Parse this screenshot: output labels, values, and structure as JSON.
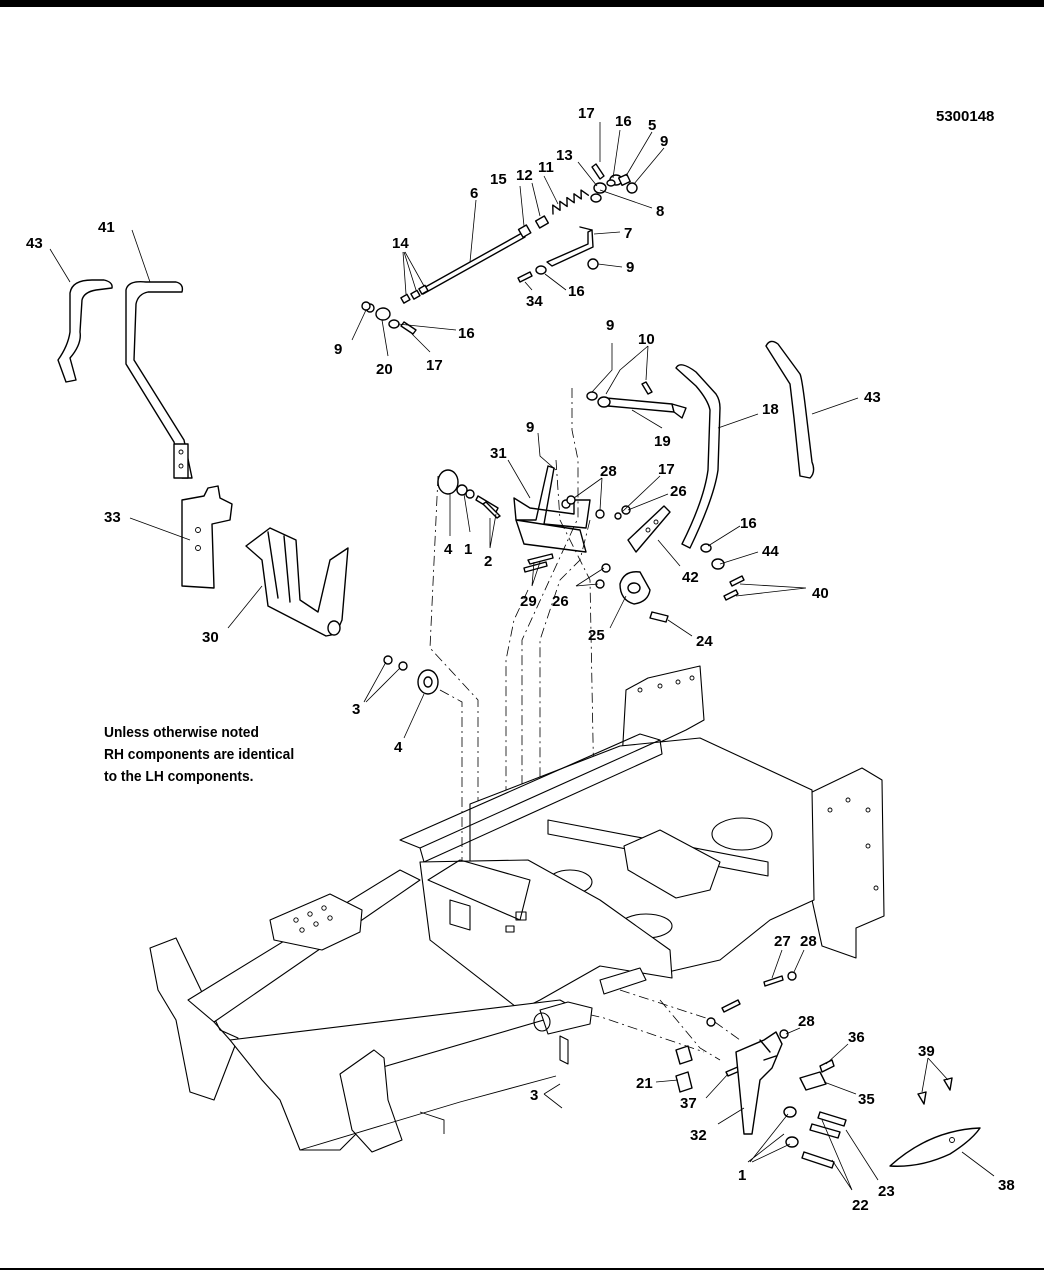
{
  "figure_id": "5300148",
  "note_lines": [
    "Unless otherwise noted",
    "RH components are identical",
    "to the LH components."
  ],
  "callouts": {
    "c17a": "17",
    "c16a": "16",
    "c5": "5",
    "c9a": "9",
    "c13": "13",
    "c15": "15",
    "c12": "12",
    "c11": "11",
    "c8": "8",
    "c6": "6",
    "c7": "7",
    "c9b": "9",
    "c14": "14",
    "c16b": "16",
    "c34": "34",
    "c9c": "9",
    "c16c": "16",
    "c20": "20",
    "c17b": "17",
    "c43a": "43",
    "c41": "41",
    "c9d": "9",
    "c10": "10",
    "c19": "19",
    "c18": "18",
    "c43b": "43",
    "c9e": "9",
    "c31": "31",
    "c28a": "28",
    "c17c": "17",
    "c26a": "26",
    "c4a": "4",
    "c1a": "1",
    "c2": "2",
    "c33": "33",
    "c42": "42",
    "c16d": "16",
    "c44": "44",
    "c29": "29",
    "c26b": "26",
    "c40": "40",
    "c30": "30",
    "c25": "25",
    "c24": "24",
    "c3a": "3",
    "c4b": "4",
    "c27": "27",
    "c28b": "28",
    "c28c": "28",
    "c36": "36",
    "c39": "39",
    "c21": "21",
    "c35": "35",
    "c3b": "3",
    "c37": "37",
    "c32": "32",
    "c1b": "1",
    "c23": "23",
    "c22": "22",
    "c38": "38"
  },
  "colors": {
    "line": "#000000",
    "paper": "#ffffff"
  }
}
